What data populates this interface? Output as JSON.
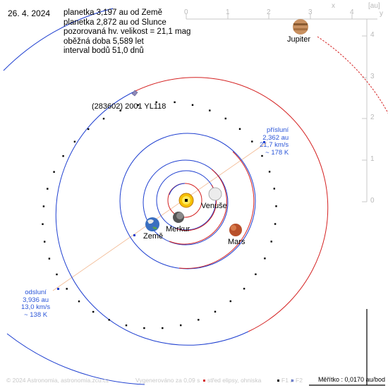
{
  "date": "26. 4. 2024",
  "info_lines": [
    "planetka 3,197 au od Země",
    "planetka 2,872 au od Slunce",
    "pozorovaná hv. velikost = 21,1 mag",
    "oběžná doba 5,589 let",
    "interval bodů 51,0 dnů"
  ],
  "axis": {
    "unit": "[au]",
    "x_letter": "x",
    "y_letter": "y",
    "x_ticks": [
      "0",
      "1",
      "2",
      "3",
      "4"
    ],
    "y_ticks": [
      "0",
      "1",
      "2",
      "3",
      "4"
    ]
  },
  "bodies": {
    "asteroid": "(283602) 2001 YL118",
    "jupiter": "Jupiter",
    "venus": "Venuše",
    "mercury": "Merkur",
    "earth": "Země",
    "mars": "Mars"
  },
  "perihelion": {
    "title": "přísluní",
    "dist": "2,362 au",
    "speed": "21,7 km/s",
    "days": "~ 178 K"
  },
  "aphelion": {
    "title": "odsluní",
    "dist": "3,936 au",
    "speed": "13,0 km/s",
    "days": "~ 138 K"
  },
  "footer": {
    "copyright": "© 2024 Astronomia, astronomia.zcu.cz",
    "generated": "Vygenerováno za 0,09 s",
    "legend_center": "střed elipsy, ohniska",
    "legend_f1": "F1 a",
    "legend_f2": "F2",
    "scale": "Měřítko : 0,0170 au/bod"
  },
  "colors": {
    "orbit_blue": "#1e3fd0",
    "orbit_red": "#d42020",
    "apsis_line": "#f2b890",
    "axis_gray": "#c8c8c8",
    "annotation_blue": "#2a55d8"
  }
}
